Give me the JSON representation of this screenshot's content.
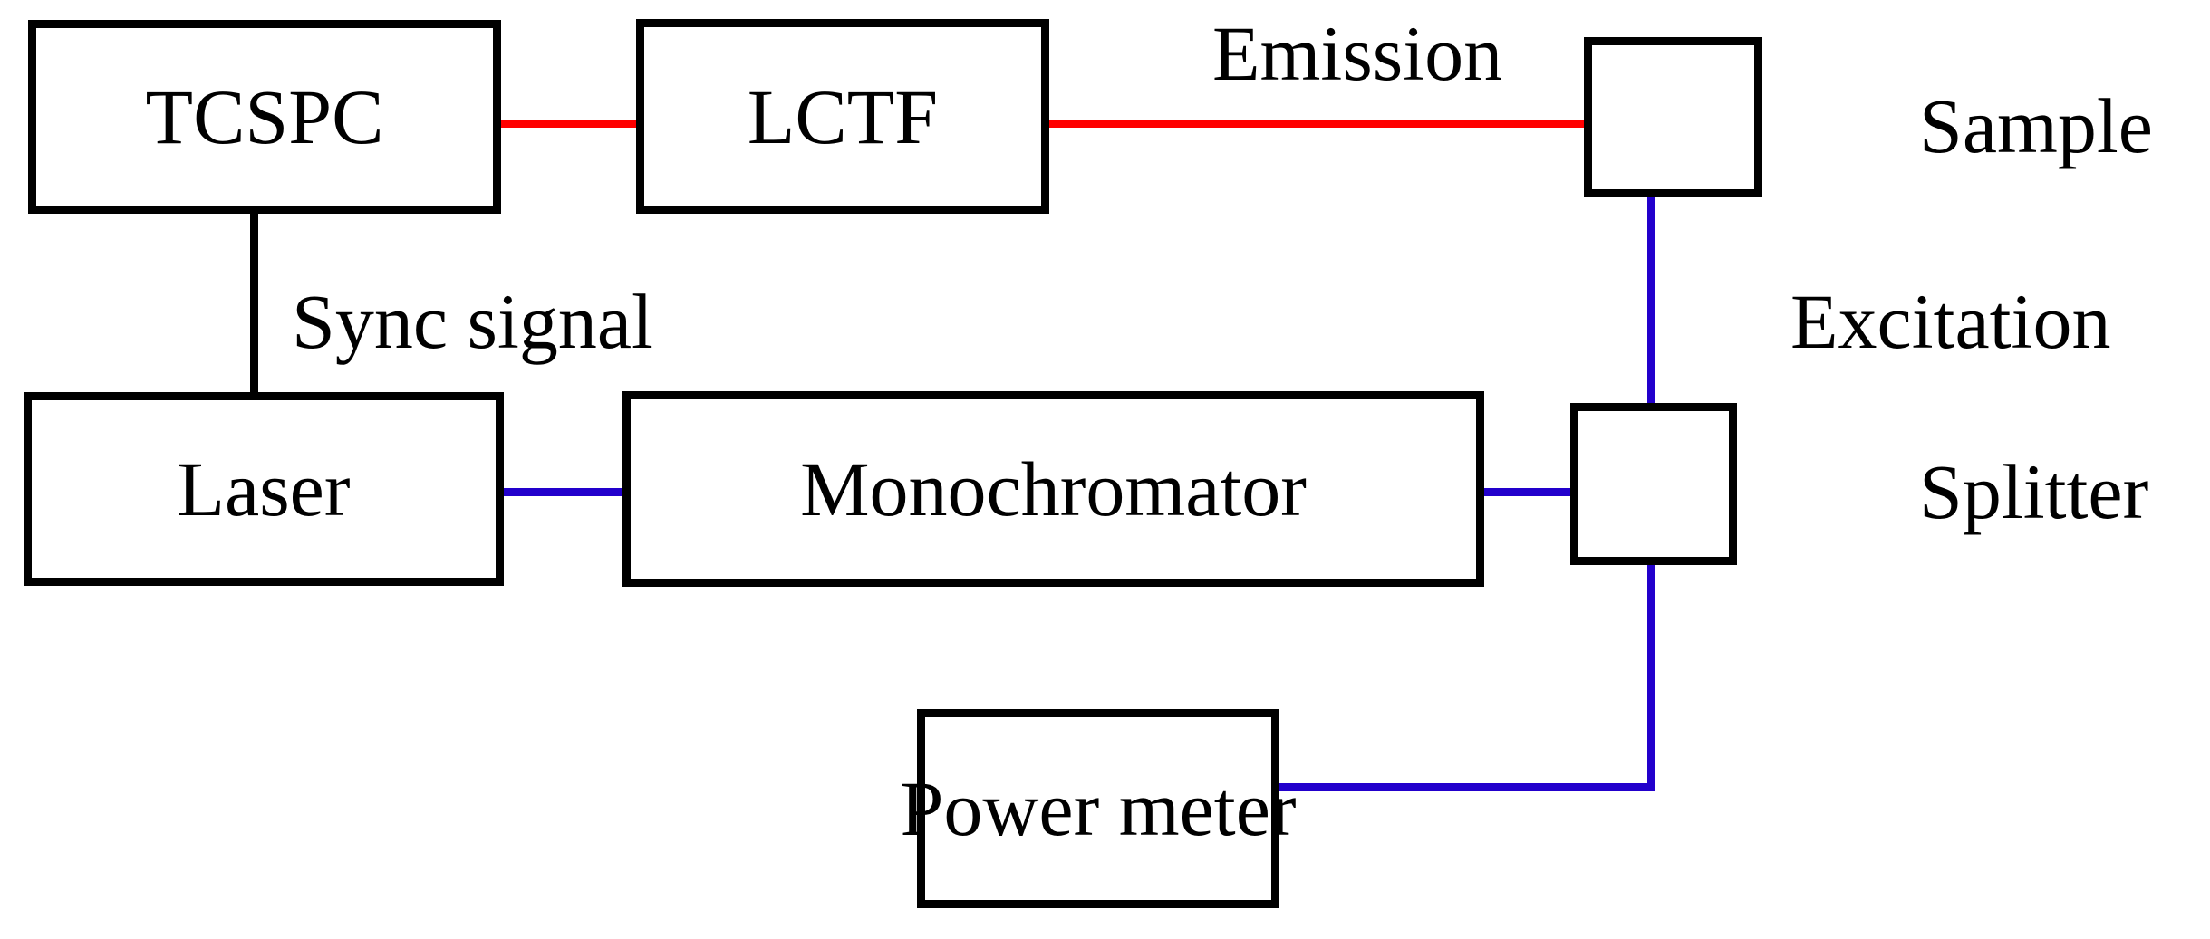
{
  "diagram": {
    "title": "Time-correlated single photon counting optical setup block diagram",
    "type": "block-diagram",
    "background_color": "#ffffff",
    "colors": {
      "box_stroke": "#000000",
      "emission_path": "#ff0000",
      "excitation_path": "#2200cc",
      "sync_path": "#000000"
    },
    "nodes": [
      {
        "id": "tcspc",
        "label": "TCSPC"
      },
      {
        "id": "lctf",
        "label": "LCTF"
      },
      {
        "id": "sample",
        "label": ""
      },
      {
        "id": "laser",
        "label": "Laser"
      },
      {
        "id": "monochromator",
        "label": "Monochromator"
      },
      {
        "id": "splitter",
        "label": ""
      },
      {
        "id": "powermeter",
        "label": "Power meter"
      }
    ],
    "edge_labels": {
      "emission": "Emission",
      "sample": "Sample",
      "sync_signal": "Sync signal",
      "excitation": "Excitation",
      "splitter": "Splitter"
    },
    "connections": [
      {
        "from": "tcspc",
        "to": "lctf",
        "color": "#ff0000",
        "label": ""
      },
      {
        "from": "lctf",
        "to": "sample",
        "color": "#ff0000",
        "label": "Emission"
      },
      {
        "from": "tcspc",
        "to": "laser",
        "color": "#000000",
        "label": "Sync signal"
      },
      {
        "from": "laser",
        "to": "monochromator",
        "color": "#2200cc",
        "label": ""
      },
      {
        "from": "monochromator",
        "to": "splitter",
        "color": "#2200cc",
        "label": ""
      },
      {
        "from": "sample",
        "to": "splitter",
        "color": "#2200cc",
        "label": "Excitation"
      },
      {
        "from": "splitter",
        "to": "powermeter",
        "color": "#2200cc",
        "label": ""
      }
    ]
  }
}
